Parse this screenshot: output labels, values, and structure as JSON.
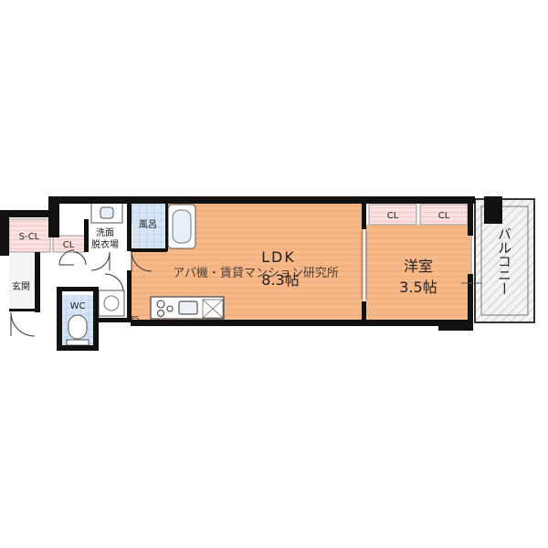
{
  "rooms": {
    "ldk": {
      "name": "LDK",
      "size": "8.3帖"
    },
    "western": {
      "name": "洋室",
      "size": "3.5帖"
    },
    "bath": "風呂",
    "washroom_line1": "洗面",
    "washroom_line2": "脱衣場",
    "entrance": "玄関",
    "toilet": "WC",
    "shoe_closet": "S-CL",
    "closet_entry": "CL",
    "closet_1": "CL",
    "closet_2": "CL",
    "balcony": "バルコニー",
    "ps": "PS"
  },
  "watermark": "アパ機・賃貸マンション研究所"
}
